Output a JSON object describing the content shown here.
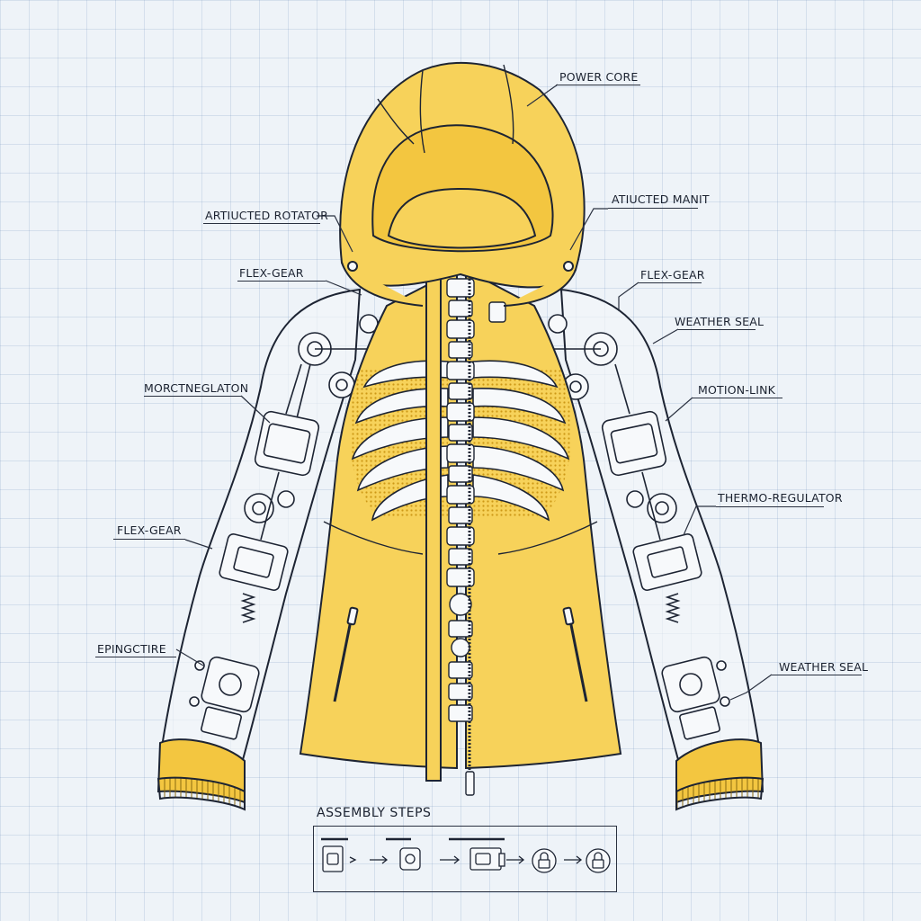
{
  "callouts": {
    "power_core": "POWER CORE",
    "articulated_rotator": "ARTIUCTED ROTATOR",
    "articulated_mount": "ATIUCTED MANIT",
    "flex_gear_left_upper": "FLEX-GEAR",
    "flex_gear_right_upper": "FLEX-GEAR",
    "weather_seal_upper": "WEATHER SEAL",
    "mortneglator": "MORCTNEGLATON",
    "motion_link": "MOTION-LINK",
    "flex_gear_left_lower": "FLEX-GEAR",
    "thermo_regulator": "THERMO-REGULATOR",
    "epingctre": "EPINGCTIRE",
    "weather_seal_lower": "WEATHER SEAL"
  },
  "assembly": {
    "title": "ASSEMBLY STEPS",
    "steps": [
      {
        "icon": "module-block-icon"
      },
      {
        "icon": "gear-module-icon"
      },
      {
        "icon": "control-unit-icon"
      },
      {
        "icon": "lock-icon"
      },
      {
        "icon": "lock-icon"
      }
    ]
  },
  "colors": {
    "jacket_yellow": "#f7d25a",
    "cuff_yellow": "#f3c640",
    "outline": "#1d2433",
    "sleeve_fill": "#f2f5f8",
    "mesh": "#d9a91c",
    "grid_bg": "#eef3f8"
  }
}
